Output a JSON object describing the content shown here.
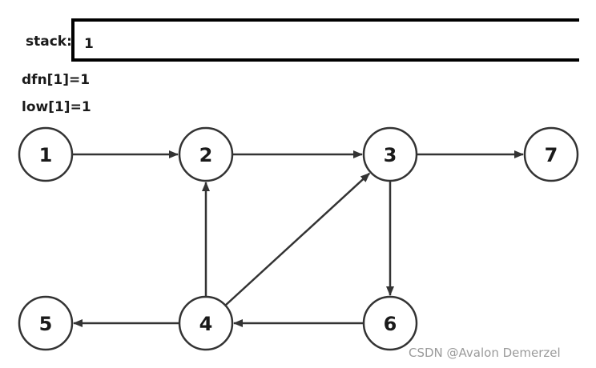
{
  "stack": {
    "label": "stack:",
    "items": "1"
  },
  "dfn_text": "dfn[1]=1",
  "low_text": "low[1]=1",
  "graph": {
    "nodes": [
      {
        "id": "1",
        "label": "1"
      },
      {
        "id": "2",
        "label": "2"
      },
      {
        "id": "3",
        "label": "3"
      },
      {
        "id": "4",
        "label": "4"
      },
      {
        "id": "5",
        "label": "5"
      },
      {
        "id": "6",
        "label": "6"
      },
      {
        "id": "7",
        "label": "7"
      }
    ],
    "edges": [
      {
        "from": "1",
        "to": "2"
      },
      {
        "from": "2",
        "to": "3"
      },
      {
        "from": "3",
        "to": "7"
      },
      {
        "from": "3",
        "to": "6"
      },
      {
        "from": "6",
        "to": "4"
      },
      {
        "from": "4",
        "to": "2"
      },
      {
        "from": "4",
        "to": "3"
      },
      {
        "from": "4",
        "to": "5"
      }
    ],
    "colors": {
      "stroke": "#333333",
      "stack_border": "#000000"
    }
  },
  "watermark": "CSDN @Avalon Demerzel"
}
